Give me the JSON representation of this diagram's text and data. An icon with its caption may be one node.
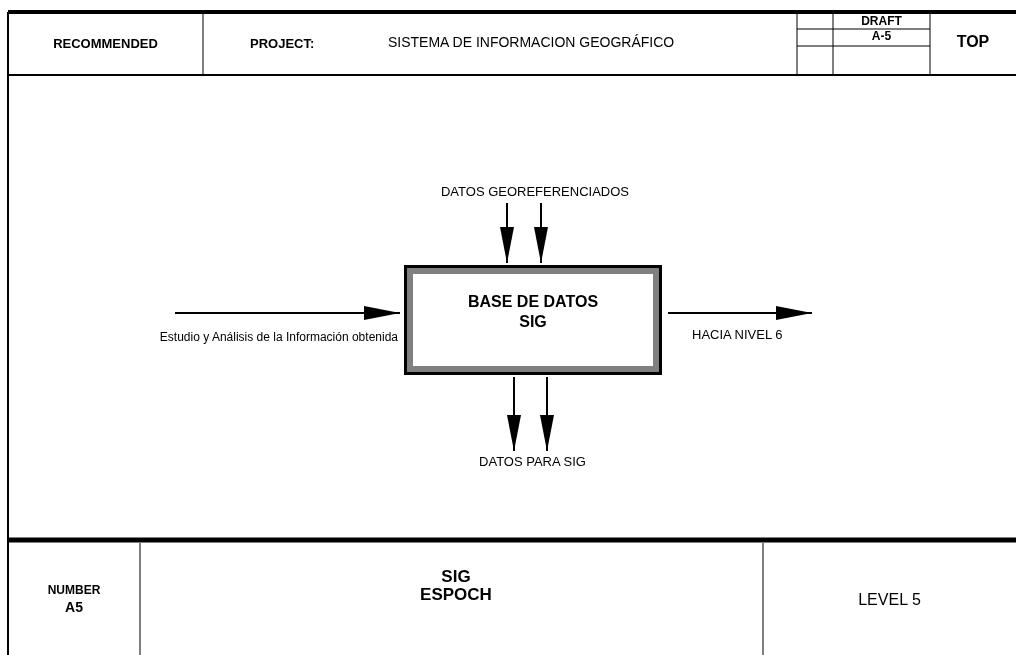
{
  "diagram": {
    "nodes": [
      {
        "text": [
          "DATOS GEOREFERENCIADOS"
        ]
      },
      {
        "text": [
          "Estudio y Análisis de la Información obtenida"
        ]
      },
      {
        "text": [
          "BASE DE DATOS SIG"
        ]
      },
      {
        "text": [
          "HACIA NIVEL 6"
        ]
      },
      {
        "text": [
          "DATOS PARA SIG"
        ]
      }
    ],
    "edges": [
      {
        "from": 0,
        "to": 2,
        "arrow": "to"
      },
      {
        "from": 0,
        "to": 2,
        "arrow": "to"
      },
      {
        "from": 1,
        "to": 2,
        "arrow": "to"
      },
      {
        "from": 2,
        "to": 3,
        "arrow": "to"
      },
      {
        "from": 2,
        "to": 4,
        "arrow": "to"
      },
      {
        "from": 2,
        "to": 4,
        "arrow": "to"
      }
    ],
    "labels": [
      "RECOMMENDED",
      "PROJECT:",
      "SISTEMA DE INFORMACION GEOGRÁFICO",
      "DRAFT",
      "A-5",
      "TOP",
      "NUMBER",
      "A5",
      "SIG ESPOCH",
      "LEVEL 5"
    ]
  }
}
